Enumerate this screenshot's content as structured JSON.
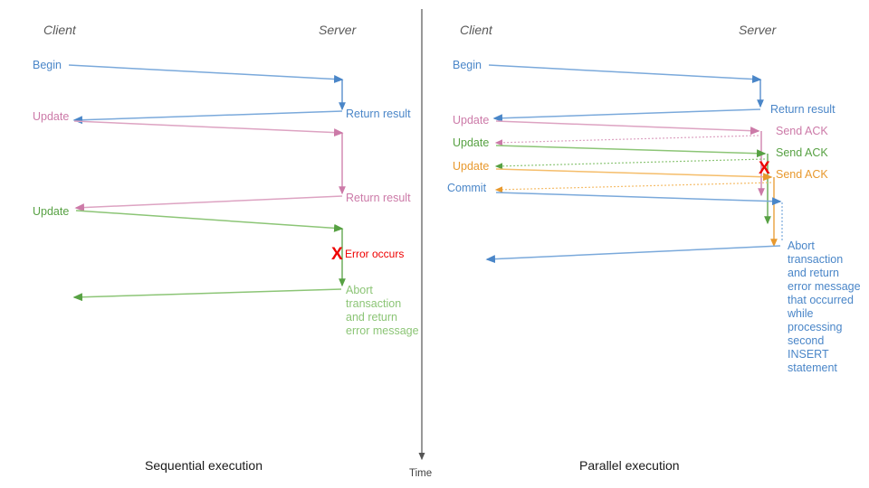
{
  "figure": {
    "title_left": "Sequential execution",
    "title_right": "Parallel execution",
    "time_axis_label": "Time",
    "lane_client": "Client",
    "lane_server": "Server"
  },
  "colors": {
    "blue": "#4a86c8",
    "blue_light": "#7aa9db",
    "pink": "#cc7aa8",
    "pink_light": "#dda3c2",
    "green": "#57a143",
    "green_light": "#8cc576",
    "orange": "#e8992e",
    "orange_light": "#f5bd6a",
    "red": "#ee0000",
    "gray": "#595959",
    "axis": "#555555"
  },
  "left_panel": {
    "caption": "Sequential execution",
    "lane_client": "Client",
    "lane_server": "Server",
    "messages": [
      {
        "id": "begin",
        "label": "Begin",
        "color": "blue",
        "side": "client"
      },
      {
        "id": "ret1",
        "label": "Return result",
        "color": "blue",
        "side": "server"
      },
      {
        "id": "update1",
        "label": "Update",
        "color": "pink",
        "side": "client"
      },
      {
        "id": "ret2",
        "label": "Return result",
        "color": "pink",
        "side": "server"
      },
      {
        "id": "update2",
        "label": "Update",
        "color": "green",
        "side": "client"
      }
    ],
    "error": {
      "mark": "X",
      "label": "Error occurs",
      "color": "red"
    },
    "abort_note": {
      "color": "green",
      "lines": [
        "Abort",
        "transaction",
        "and return",
        "error message"
      ]
    }
  },
  "right_panel": {
    "caption": "Parallel execution",
    "lane_client": "Client",
    "lane_server": "Server",
    "messages": [
      {
        "id": "begin",
        "label": "Begin",
        "color": "blue",
        "side": "client"
      },
      {
        "id": "ret1",
        "label": "Return result",
        "color": "blue",
        "side": "server"
      },
      {
        "id": "update1",
        "label": "Update",
        "color": "pink",
        "side": "client"
      },
      {
        "id": "ack1",
        "label": "Send ACK",
        "color": "pink",
        "side": "server"
      },
      {
        "id": "update2",
        "label": "Update",
        "color": "green",
        "side": "client"
      },
      {
        "id": "ack2",
        "label": "Send ACK",
        "color": "green",
        "side": "server"
      },
      {
        "id": "update3",
        "label": "Update",
        "color": "orange",
        "side": "client"
      },
      {
        "id": "ack3",
        "label": "Send ACK",
        "color": "orange",
        "side": "server"
      },
      {
        "id": "commit",
        "label": "Commit",
        "color": "blue",
        "side": "client"
      }
    ],
    "error": {
      "mark": "X",
      "color": "red"
    },
    "abort_note": {
      "color": "blue",
      "lines": [
        "Abort",
        "transaction",
        "and return",
        "error message",
        "that occurred",
        "while",
        "processing",
        "second",
        "INSERT",
        "statement"
      ]
    }
  },
  "chart_data": {
    "type": "diagram",
    "subtype": "uml-sequence",
    "panels": [
      "Sequential execution",
      "Parallel execution"
    ],
    "lifelines": [
      "Client",
      "Server"
    ],
    "time_direction": "top-to-bottom",
    "time_axis_label": "Time",
    "left_sequence": [
      "Client -> Server : Begin",
      "Server -> Client : Return result",
      "Client -> Server : Update",
      "Server -> Client : Return result",
      "Client -> Server : Update",
      "Server : Error occurs",
      "Server -> Client : Abort transaction and return error message"
    ],
    "right_sequence": [
      "Client -> Server : Begin",
      "Server -> Client : Return result",
      "Client -> Server : Update",
      "Server -> Client : Send ACK",
      "Client -> Server : Update",
      "Server -> Client : Send ACK",
      "Client -> Server : Update",
      "Server -> Client : Send ACK",
      "Client -> Server : Commit",
      "Server : Error occurs (second INSERT)",
      "Server -> Client : Abort transaction and return error message that occurred while processing second INSERT statement"
    ]
  }
}
